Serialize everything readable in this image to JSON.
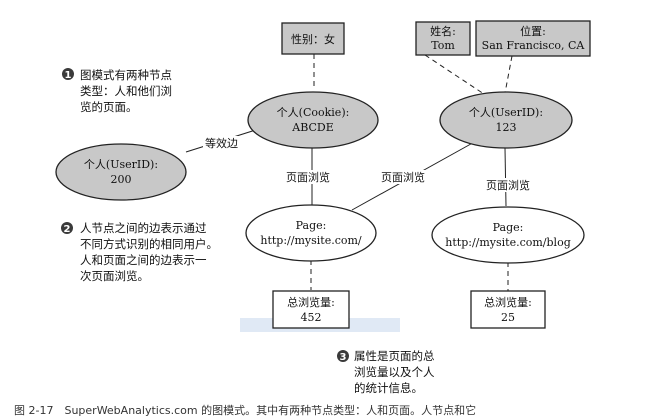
{
  "nodes": {
    "cookie_person": {
      "line1": "个人(Cookie):",
      "line2": "ABCDE"
    },
    "userid_person_top": {
      "line1": "个人(UserID):",
      "line2": "123"
    },
    "userid_person_left": {
      "line1": "个人(UserID):",
      "line2": "200"
    },
    "page1": {
      "line1": "Page:",
      "line2": "http://mysite.com/"
    },
    "page2": {
      "line1": "Page:",
      "line2": "http://mysite.com/blog"
    }
  },
  "properties": {
    "gender": {
      "line1": "性别：女"
    },
    "name": {
      "line1": "姓名:",
      "line2": "Tom"
    },
    "location": {
      "line1": "位置:",
      "line2": "San Francisco, CA"
    },
    "views1": {
      "line1": "总浏览量:",
      "line2": "452"
    },
    "views2": {
      "line1": "总浏览量:",
      "line2": "25"
    }
  },
  "edges": {
    "equiv": "等效边",
    "pageview_left": "页面浏览",
    "pageview_cross": "页面浏览",
    "pageview_right": "页面浏览"
  },
  "notes": {
    "note1": {
      "num": "1",
      "lines": [
        "图模式有两种节点",
        "类型：人和他们浏",
        "览的页面。"
      ]
    },
    "note2": {
      "num": "2",
      "lines": [
        "人节点之间的边表示通过",
        "不同方式识别的相同用户。",
        "人和页面之间的边表示一",
        "次页面浏览。"
      ]
    },
    "note3": {
      "num": "3",
      "lines": [
        "属性是页面的总",
        "浏览量以及个人",
        "的统计信息。"
      ]
    }
  },
  "caption": "图 2-17　SuperWebAnalytics.com 的图模式。其中有两种节点类型：人和页面。人节点和它"
}
